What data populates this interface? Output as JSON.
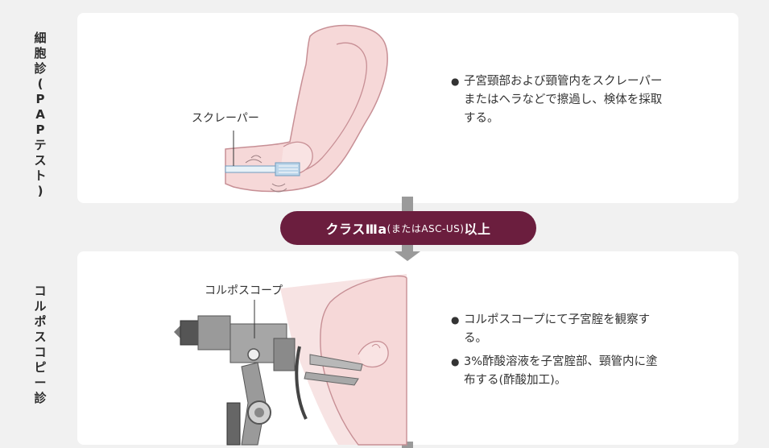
{
  "step1": {
    "side_label": [
      "細",
      "胞",
      "診",
      "(",
      "P",
      "A",
      "P",
      "テ",
      "ス",
      "ト",
      ")"
    ],
    "figure_label": "スクレーパー",
    "bullets": [
      "子宮頸部および頸管内をスクレーパーまたはヘラなどで擦過し、検体を採取する。"
    ]
  },
  "transition": {
    "label_main": "クラスⅢa",
    "label_paren": "(またはASC-US)",
    "label_tail": "以上"
  },
  "step2": {
    "side_label": [
      "コ",
      "ル",
      "ポ",
      "ス",
      "コ",
      "ピ",
      "ー",
      "診"
    ],
    "figure_label": "コルポスコープ",
    "bullets": [
      "コルポスコープにて子宮腟を観察する。",
      "3%酢酸溶液を子宮腟部、頸管内に塗布する(酢酸加工)。"
    ]
  },
  "colors": {
    "background": "#f1f1f1",
    "panel": "#ffffff",
    "pill": "#6b1e3e",
    "arrow": "#9a9a9a",
    "tissue": "#f6d8d8",
    "tissue_stroke": "#c78f95",
    "device": "#8a8a8a"
  }
}
